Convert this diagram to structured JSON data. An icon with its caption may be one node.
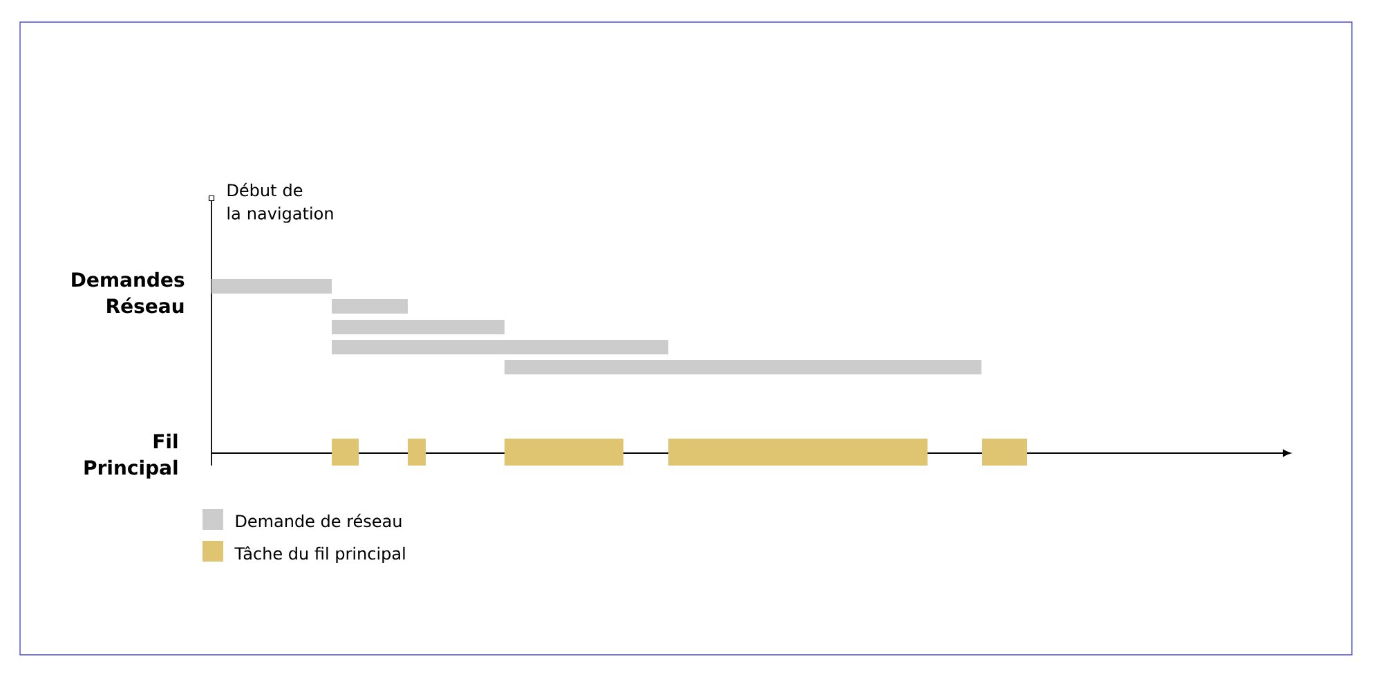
{
  "diagram": {
    "nodes": [
      {
        "text": [],
        "shape": "bar"
      },
      {
        "text": [],
        "shape": "bar"
      },
      {
        "text": [],
        "shape": "bar"
      },
      {
        "text": [],
        "shape": "bar"
      },
      {
        "text": [],
        "shape": "bar"
      },
      {
        "text": [],
        "shape": "bar"
      },
      {
        "text": [],
        "shape": "bar"
      },
      {
        "text": [],
        "shape": "bar"
      },
      {
        "text": [],
        "shape": "bar"
      },
      {
        "text": [],
        "shape": "bar"
      }
    ],
    "labels": [
      "Début de la navigation",
      "Demandes Réseau",
      "Fil Principal"
    ],
    "legend": [
      {
        "text": "Demande de réseau",
        "color": "#cccccc"
      },
      {
        "text": "Tâche du fil principal",
        "color": "#dfc472"
      }
    ]
  }
}
